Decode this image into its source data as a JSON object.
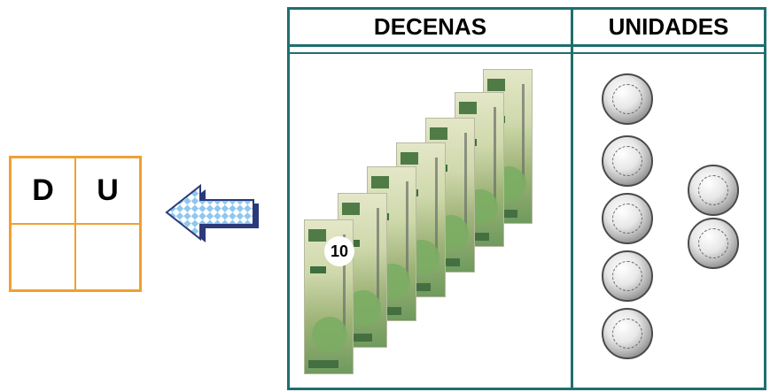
{
  "du_grid": {
    "head_d": "D",
    "head_u": "U"
  },
  "arrow": {
    "icon": "left-arrow-icon"
  },
  "table": {
    "header_decenas": "DECENAS",
    "header_unidades": "UNIDADES"
  },
  "bills": {
    "count": 7,
    "label": "10"
  },
  "coins": {
    "count": 7
  },
  "colors": {
    "grid_border": "#f0a030",
    "table_border": "#1f6f6f"
  }
}
